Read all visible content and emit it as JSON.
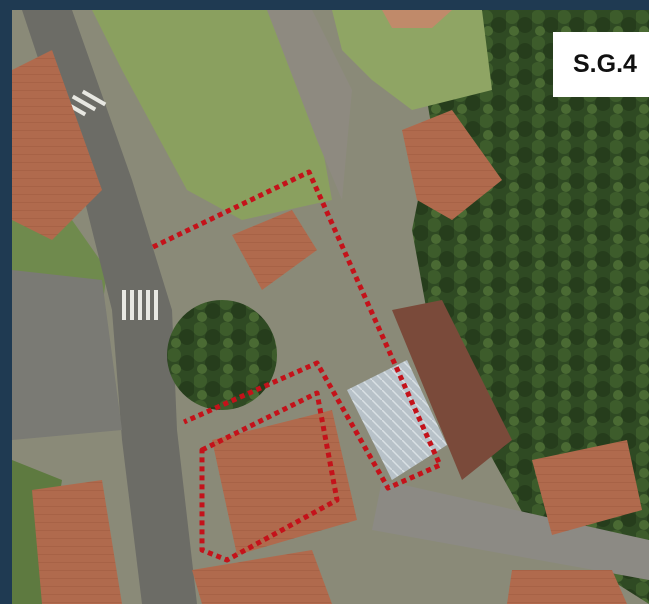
{
  "map": {
    "kind": "aerial-orthophoto",
    "label": "S.G.4",
    "boundary_color": "#c4121a",
    "boundary_style": "dotted",
    "features": [
      "road",
      "crosswalk",
      "parking",
      "lawn",
      "forest",
      "buildings",
      "greenhouse",
      "tree-cluster",
      "site-boundary-north",
      "site-boundary-south"
    ]
  }
}
